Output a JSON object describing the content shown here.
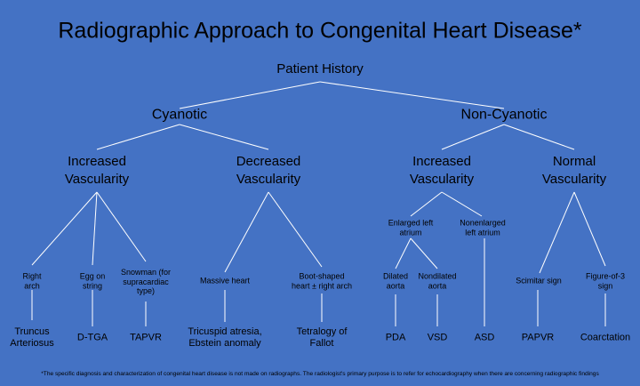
{
  "title": "Radiographic Approach to Congenital Heart Disease*",
  "root": "Patient History",
  "level1": [
    "Cyanotic",
    "Non-Cyanotic"
  ],
  "level2": [
    "Increased\nVascularity",
    "Decreased\nVascularity",
    "Increased\nVascularity",
    "Normal\nVascularity"
  ],
  "nonCyanoticSub": [
    "Enlarged left\natrium",
    "Nonenlarged\nleft atrium"
  ],
  "signs": [
    "Right\narch",
    "Egg on\nstring",
    "Snowman (for\nsupracardiac\ntype)",
    "Massive heart",
    "Boot-shaped\nheart ± right arch",
    "Dilated\naorta",
    "Nondilated\naorta",
    "Scimitar sign",
    "Figure-of-3\nsign"
  ],
  "diagnoses": [
    "Truncus\nArteriosus",
    "D-TGA",
    "TAPVR",
    "Tricuspid atresia,\nEbstein anomaly",
    "Tetralogy of\nFallot",
    "PDA",
    "VSD",
    "ASD",
    "PAPVR",
    "Coarctation"
  ],
  "footnote": "*The specific diagnosis and characterization of congenital heart disease is not made on radiographs. The radiologist's primary purpose is to refer for echocardiography when there are concerning radiographic findings"
}
